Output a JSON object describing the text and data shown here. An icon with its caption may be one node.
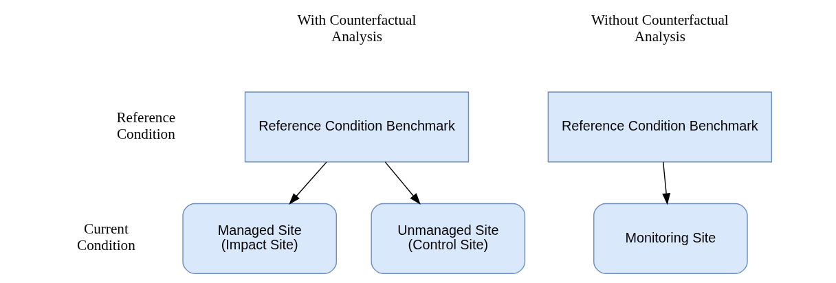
{
  "diagram": {
    "nodes": [
      {
        "text": [
          "Reference Condition Benchmark"
        ]
      },
      {
        "text": [
          "Managed Site (Impact Site)"
        ]
      },
      {
        "text": [
          "Unmanaged Site (Control Site)"
        ]
      },
      {
        "text": [
          "Reference Condition Benchmark"
        ]
      },
      {
        "text": [
          "Monitoring Site"
        ]
      }
    ],
    "edges": [
      {
        "from": 0,
        "to": 1,
        "arrow": "to"
      },
      {
        "from": 0,
        "to": 2,
        "arrow": "to"
      },
      {
        "from": 3,
        "to": 4,
        "arrow": "to"
      }
    ],
    "labels": [
      "With Counterfactual Analysis",
      "Without Counterfactual Analysis",
      "Reference Condition",
      "Current Condition"
    ]
  }
}
